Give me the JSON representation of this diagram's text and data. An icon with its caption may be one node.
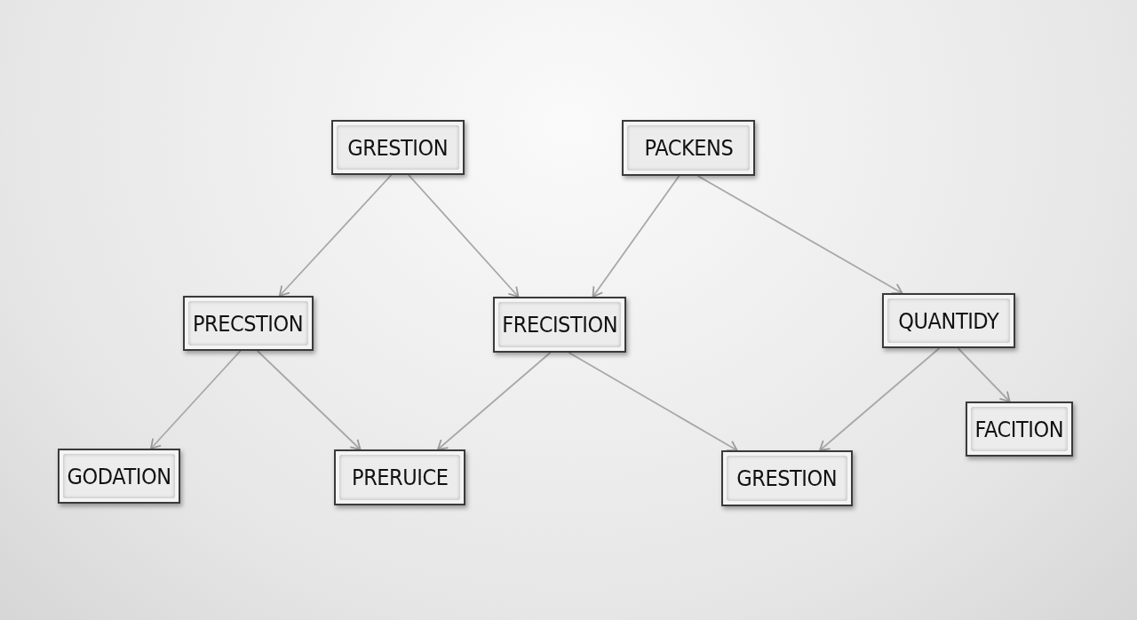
{
  "diagram": {
    "nodes": [
      {
        "text": [
          "GRESTION"
        ]
      },
      {
        "text": [
          "PACKENS"
        ]
      },
      {
        "text": [
          "PRECSTION"
        ]
      },
      {
        "text": [
          "FRECISTION"
        ]
      },
      {
        "text": [
          "QUANTIDY"
        ]
      },
      {
        "text": [
          "GODATION"
        ]
      },
      {
        "text": [
          "PRERUICE"
        ]
      },
      {
        "text": [
          "GRESTION"
        ]
      },
      {
        "text": [
          "FACITION"
        ]
      }
    ],
    "edges": [
      {
        "from": 0,
        "to": 2,
        "arrow": "to"
      },
      {
        "from": 0,
        "to": 3,
        "arrow": "to"
      },
      {
        "from": 1,
        "to": 3,
        "arrow": "to"
      },
      {
        "from": 1,
        "to": 4,
        "arrow": "to"
      },
      {
        "from": 2,
        "to": 5,
        "arrow": "to"
      },
      {
        "from": 2,
        "to": 6,
        "arrow": "to"
      },
      {
        "from": 3,
        "to": 6,
        "arrow": "to"
      },
      {
        "from": 3,
        "to": 7,
        "arrow": "to"
      },
      {
        "from": 4,
        "to": 7,
        "arrow": "to"
      },
      {
        "from": 4,
        "to": 8,
        "arrow": "to"
      }
    ]
  }
}
